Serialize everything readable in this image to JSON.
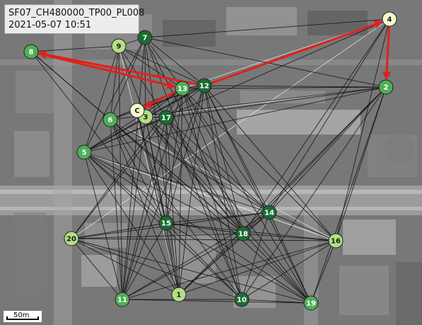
{
  "stamp": {
    "line1": "SF07_CH480000_TP00_PL008",
    "line2": "2021-05-07 10:51"
  },
  "scale": {
    "label": "50m"
  },
  "colors": {
    "dark_green": "#1c6b34",
    "mid_green": "#4fae57",
    "light_green": "#b4df86",
    "pale_yellow": "#f6f7cf",
    "arrow_red": "#e3201b"
  },
  "nodes": [
    {
      "id": "1",
      "tone": "light_green"
    },
    {
      "id": "2",
      "tone": "mid_green"
    },
    {
      "id": "3",
      "tone": "light_green"
    },
    {
      "id": "4",
      "tone": "pale_yellow"
    },
    {
      "id": "5",
      "tone": "mid_green"
    },
    {
      "id": "6",
      "tone": "mid_green"
    },
    {
      "id": "7",
      "tone": "dark_green"
    },
    {
      "id": "8",
      "tone": "mid_green"
    },
    {
      "id": "9",
      "tone": "light_green"
    },
    {
      "id": "10",
      "tone": "dark_green"
    },
    {
      "id": "11",
      "tone": "mid_green"
    },
    {
      "id": "12",
      "tone": "dark_green"
    },
    {
      "id": "13",
      "tone": "mid_green"
    },
    {
      "id": "14",
      "tone": "dark_green"
    },
    {
      "id": "15",
      "tone": "dark_green"
    },
    {
      "id": "16",
      "tone": "light_green"
    },
    {
      "id": "17",
      "tone": "dark_green"
    },
    {
      "id": "18",
      "tone": "dark_green"
    },
    {
      "id": "19",
      "tone": "mid_green"
    },
    {
      "id": "20",
      "tone": "light_green"
    },
    {
      "id": "C",
      "tone": "pale_yellow"
    }
  ],
  "links": [
    [
      "1",
      "2"
    ],
    [
      "1",
      "3"
    ],
    [
      "1",
      "5"
    ],
    [
      "1",
      "6"
    ],
    [
      "1",
      "7"
    ],
    [
      "1",
      "12"
    ],
    [
      "1",
      "13"
    ],
    [
      "1",
      "14"
    ],
    [
      "1",
      "16"
    ],
    [
      "1",
      "17"
    ],
    [
      "1",
      "18"
    ],
    [
      "1",
      "20"
    ],
    [
      "2",
      "4"
    ],
    [
      "2",
      "5"
    ],
    [
      "2",
      "6"
    ],
    [
      "2",
      "10"
    ],
    [
      "2",
      "12"
    ],
    [
      "2",
      "13"
    ],
    [
      "2",
      "14"
    ],
    [
      "2",
      "16"
    ],
    [
      "2",
      "18"
    ],
    [
      "2",
      "19"
    ],
    [
      "3",
      "5"
    ],
    [
      "3",
      "7"
    ],
    [
      "3",
      "9"
    ],
    [
      "3",
      "11"
    ],
    [
      "3",
      "12"
    ],
    [
      "3",
      "13"
    ],
    [
      "3",
      "14"
    ],
    [
      "3",
      "15"
    ],
    [
      "3",
      "17"
    ],
    [
      "3",
      "18"
    ],
    [
      "3",
      "19"
    ],
    [
      "4",
      "5"
    ],
    [
      "4",
      "6"
    ],
    [
      "4",
      "7"
    ],
    [
      "4",
      "14"
    ],
    [
      "4",
      "16"
    ],
    [
      "4",
      "18"
    ],
    [
      "5",
      "7"
    ],
    [
      "5",
      "9"
    ],
    [
      "5",
      "10"
    ],
    [
      "5",
      "11"
    ],
    [
      "5",
      "12"
    ],
    [
      "5",
      "13"
    ],
    [
      "5",
      "14"
    ],
    [
      "5",
      "15"
    ],
    [
      "5",
      "17"
    ],
    [
      "5",
      "18"
    ],
    [
      "5",
      "19"
    ],
    [
      "6",
      "7"
    ],
    [
      "6",
      "9"
    ],
    [
      "6",
      "10"
    ],
    [
      "6",
      "11"
    ],
    [
      "6",
      "12"
    ],
    [
      "6",
      "13"
    ],
    [
      "6",
      "14"
    ],
    [
      "6",
      "15"
    ],
    [
      "6",
      "18"
    ],
    [
      "6",
      "19"
    ],
    [
      "7",
      "9"
    ],
    [
      "7",
      "10"
    ],
    [
      "7",
      "11"
    ],
    [
      "7",
      "12"
    ],
    [
      "7",
      "13"
    ],
    [
      "7",
      "18"
    ],
    [
      "7",
      "2"
    ],
    [
      "8",
      "9"
    ],
    [
      "8",
      "15"
    ],
    [
      "8",
      "18"
    ],
    [
      "8",
      "6"
    ],
    [
      "9",
      "11"
    ],
    [
      "9",
      "12"
    ],
    [
      "9",
      "13"
    ],
    [
      "9",
      "17"
    ],
    [
      "10",
      "11"
    ],
    [
      "10",
      "12"
    ],
    [
      "10",
      "13"
    ],
    [
      "10",
      "14"
    ],
    [
      "10",
      "15"
    ],
    [
      "10",
      "16"
    ],
    [
      "10",
      "17"
    ],
    [
      "10",
      "19"
    ],
    [
      "10",
      "20"
    ],
    [
      "11",
      "12"
    ],
    [
      "11",
      "13"
    ],
    [
      "11",
      "14"
    ],
    [
      "11",
      "15"
    ],
    [
      "11",
      "16"
    ],
    [
      "11",
      "17"
    ],
    [
      "11",
      "18"
    ],
    [
      "11",
      "19"
    ],
    [
      "11",
      "20"
    ],
    [
      "12",
      "13"
    ],
    [
      "12",
      "14"
    ],
    [
      "12",
      "15"
    ],
    [
      "12",
      "16"
    ],
    [
      "12",
      "17"
    ],
    [
      "12",
      "18"
    ],
    [
      "12",
      "19"
    ],
    [
      "13",
      "14"
    ],
    [
      "13",
      "15"
    ],
    [
      "13",
      "16"
    ],
    [
      "13",
      "17"
    ],
    [
      "13",
      "18"
    ],
    [
      "13",
      "19"
    ],
    [
      "13",
      "20"
    ],
    [
      "14",
      "15"
    ],
    [
      "14",
      "16"
    ],
    [
      "14",
      "17"
    ],
    [
      "14",
      "18"
    ],
    [
      "14",
      "19"
    ],
    [
      "14",
      "20"
    ],
    [
      "15",
      "16"
    ],
    [
      "15",
      "17"
    ],
    [
      "15",
      "18"
    ],
    [
      "15",
      "19"
    ],
    [
      "15",
      "20"
    ],
    [
      "16",
      "18"
    ],
    [
      "16",
      "19"
    ],
    [
      "16",
      "20"
    ],
    [
      "17",
      "18"
    ],
    [
      "17",
      "19"
    ],
    [
      "17",
      "20"
    ],
    [
      "17",
      "2"
    ],
    [
      "18",
      "19"
    ],
    [
      "18",
      "20"
    ],
    [
      "19",
      "20"
    ],
    [
      "C",
      "17"
    ],
    [
      "C",
      "12"
    ],
    [
      "C",
      "13"
    ],
    [
      "C",
      "1"
    ],
    [
      "C",
      "15"
    ],
    [
      "C",
      "18"
    ]
  ],
  "faint_links": [
    [
      "4",
      "20"
    ],
    [
      "16",
      "5"
    ],
    [
      "16",
      "6"
    ],
    [
      "4",
      "13"
    ],
    [
      "2",
      "3"
    ],
    [
      "1",
      "9"
    ],
    [
      "5",
      "16"
    ]
  ],
  "red_arrows": [
    [
      "8",
      "13"
    ],
    [
      "12",
      "8"
    ],
    [
      "13",
      "C"
    ],
    [
      "12",
      "4"
    ],
    [
      "4",
      "2"
    ]
  ]
}
